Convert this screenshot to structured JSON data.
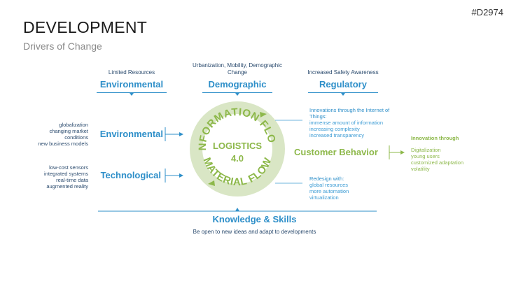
{
  "slide_id": "#D2974",
  "title": "DEVELOPMENT",
  "subtitle": "Drivers of Change",
  "top_drivers": [
    {
      "desc": "Limited Resources",
      "label": "Environmental"
    },
    {
      "desc": "Urbanization, Mobility, Demographic Change",
      "label": "Demographic"
    },
    {
      "desc": "Increased Safety Awareness",
      "label": "Regulatory"
    }
  ],
  "left_drivers": [
    {
      "label": "Environmental",
      "items": [
        "globalization",
        "changing market",
        "conditions",
        "new business models"
      ]
    },
    {
      "label": "Technological",
      "items": [
        "low-cost sensors",
        "integrated systems",
        "real-time data",
        "augmented reality"
      ]
    }
  ],
  "center": {
    "top_arc": "INFORMATION FLOW",
    "bottom_arc": "MATERIAL FLOW",
    "line1": "LOGISTICS",
    "line2": "4.0"
  },
  "info_notes": {
    "lines": [
      "Innovations through the Internet of",
      "Things:",
      "immense amount of information",
      "increasing complexity",
      "increased transparency"
    ]
  },
  "material_notes": {
    "lines": [
      "Redesign with:",
      "global resources",
      "more automation",
      "virtualization"
    ]
  },
  "customer": {
    "label": "Customer Behavior",
    "innovation_title": "Innovation through",
    "items": [
      "Digitalization",
      "young users",
      "customized adaptation",
      "volatility"
    ]
  },
  "knowledge": {
    "label": "Knowledge & Skills",
    "desc": "Be open to new ideas and adapt to developments"
  },
  "colors": {
    "blue": "#2e8fc9",
    "navy": "#2b4b6e",
    "green": "#8db84a",
    "ring": "#d9e6c5"
  }
}
